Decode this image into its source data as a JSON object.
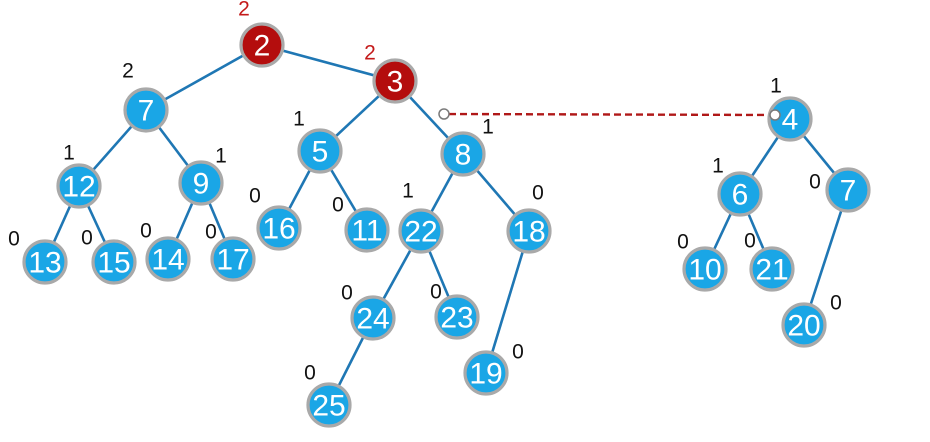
{
  "colors": {
    "node_fill": "#1aa6e6",
    "root_fill": "#b40d0d",
    "node_border": "#a9a9a9",
    "edge": "#1f77b4",
    "link": "#b01818",
    "rank_text": "#111111",
    "root_rank_text": "#c41a1a"
  },
  "nodes": [
    {
      "id": "n2",
      "label": "2",
      "rank": "2",
      "root": true
    },
    {
      "id": "n3",
      "label": "3",
      "rank": "2",
      "root": true
    },
    {
      "id": "n7",
      "label": "7",
      "rank": "2"
    },
    {
      "id": "n5",
      "label": "5",
      "rank": "1"
    },
    {
      "id": "n8",
      "label": "8",
      "rank": "1"
    },
    {
      "id": "n12",
      "label": "12",
      "rank": "1"
    },
    {
      "id": "n9",
      "label": "9",
      "rank": "1"
    },
    {
      "id": "n13",
      "label": "13",
      "rank": "0"
    },
    {
      "id": "n15",
      "label": "15",
      "rank": "0"
    },
    {
      "id": "n14",
      "label": "14",
      "rank": "0"
    },
    {
      "id": "n17",
      "label": "17",
      "rank": "0"
    },
    {
      "id": "n16",
      "label": "16",
      "rank": "0"
    },
    {
      "id": "n11",
      "label": "11",
      "rank": "0"
    },
    {
      "id": "n22",
      "label": "22",
      "rank": "1"
    },
    {
      "id": "n18",
      "label": "18",
      "rank": "0"
    },
    {
      "id": "n24",
      "label": "24",
      "rank": "0"
    },
    {
      "id": "n23",
      "label": "23",
      "rank": "0"
    },
    {
      "id": "n19",
      "label": "19",
      "rank": "0"
    },
    {
      "id": "n25",
      "label": "25",
      "rank": "0"
    },
    {
      "id": "n4",
      "label": "4",
      "rank": "1"
    },
    {
      "id": "n6",
      "label": "6",
      "rank": "1"
    },
    {
      "id": "n7b",
      "label": "7",
      "rank": "0"
    },
    {
      "id": "n10",
      "label": "10",
      "rank": "0"
    },
    {
      "id": "n21",
      "label": "21",
      "rank": "0"
    },
    {
      "id": "n20",
      "label": "20",
      "rank": "0"
    }
  ],
  "edges": [
    [
      "n2",
      "n7"
    ],
    [
      "n2",
      "n3"
    ],
    [
      "n7",
      "n12"
    ],
    [
      "n7",
      "n9"
    ],
    [
      "n12",
      "n13"
    ],
    [
      "n12",
      "n15"
    ],
    [
      "n9",
      "n14"
    ],
    [
      "n9",
      "n17"
    ],
    [
      "n3",
      "n5"
    ],
    [
      "n3",
      "n8"
    ],
    [
      "n5",
      "n16"
    ],
    [
      "n5",
      "n11"
    ],
    [
      "n8",
      "n22"
    ],
    [
      "n8",
      "n18"
    ],
    [
      "n22",
      "n24"
    ],
    [
      "n22",
      "n23"
    ],
    [
      "n24",
      "n25"
    ],
    [
      "n18",
      "n19"
    ],
    [
      "n4",
      "n6"
    ],
    [
      "n4",
      "n7b"
    ],
    [
      "n6",
      "n10"
    ],
    [
      "n6",
      "n21"
    ],
    [
      "n7b",
      "n20"
    ]
  ],
  "link": {
    "from": "n4",
    "to": "n8"
  }
}
